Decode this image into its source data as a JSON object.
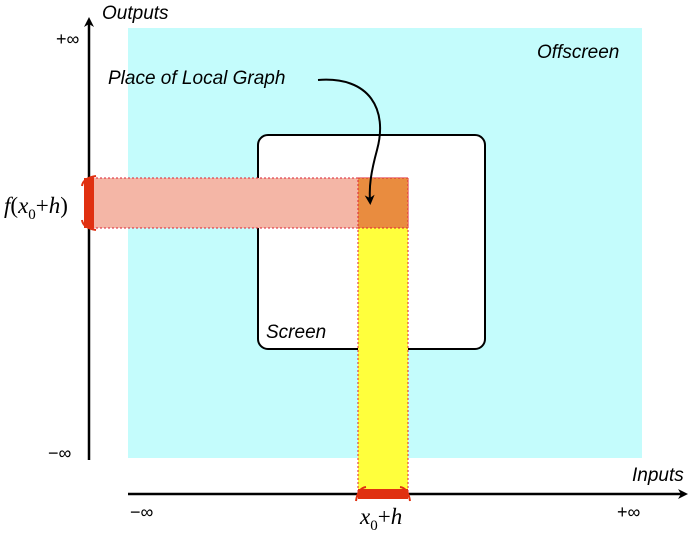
{
  "axes": {
    "y_label": "Outputs",
    "x_label": "Inputs",
    "y_top": "+∞",
    "y_bottom": "−∞",
    "x_left": "−∞",
    "x_right": "+∞"
  },
  "regions": {
    "offscreen": "Offscreen",
    "screen": "Screen",
    "local_graph": "Place of Local Graph"
  },
  "labels": {
    "f": "f",
    "open_paren": "(",
    "x": "x",
    "zero": "0",
    "plus": "+",
    "h": "h",
    "close_paren": ")"
  },
  "colors": {
    "offscreen_fill": "#c4fcfc",
    "output_band": "#f4b6a6",
    "input_band": "#ffff3c",
    "overlap": "#e98c3f",
    "interval_marker": "#e03010"
  }
}
